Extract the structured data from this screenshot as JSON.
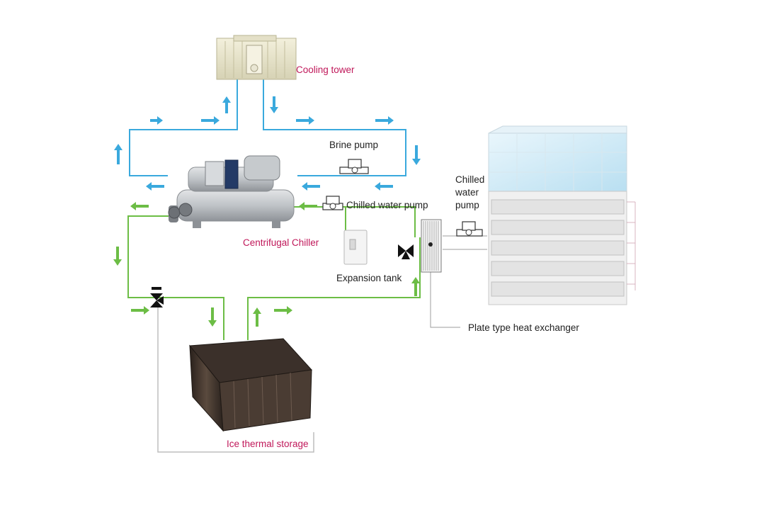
{
  "colors": {
    "brine_line": "#3aa9dd",
    "chilled_line": "#6cbd45",
    "accent_label": "#c0185a",
    "label": "#222222",
    "building_glass": "#cfe8f5",
    "frame_grey": "#bdbdbd"
  },
  "labels": {
    "cooling_tower": "Cooling tower",
    "brine_pump": "Brine pump",
    "chilled_water_pump_left": "Chilled water pump",
    "chilled_water_pump_right": [
      "Chilled",
      "water",
      "pump"
    ],
    "centrifugal_chiller": "Centrifugal Chiller",
    "expansion_tank": "Expansion tank",
    "plate_heat_exchanger": "Plate type heat exchanger",
    "ice_thermal_storage": "Ice thermal storage"
  },
  "icons": {
    "flow_arrow": "arrow-icon",
    "pump": "pump-icon",
    "three_way_valve": "three-way-valve-icon"
  }
}
